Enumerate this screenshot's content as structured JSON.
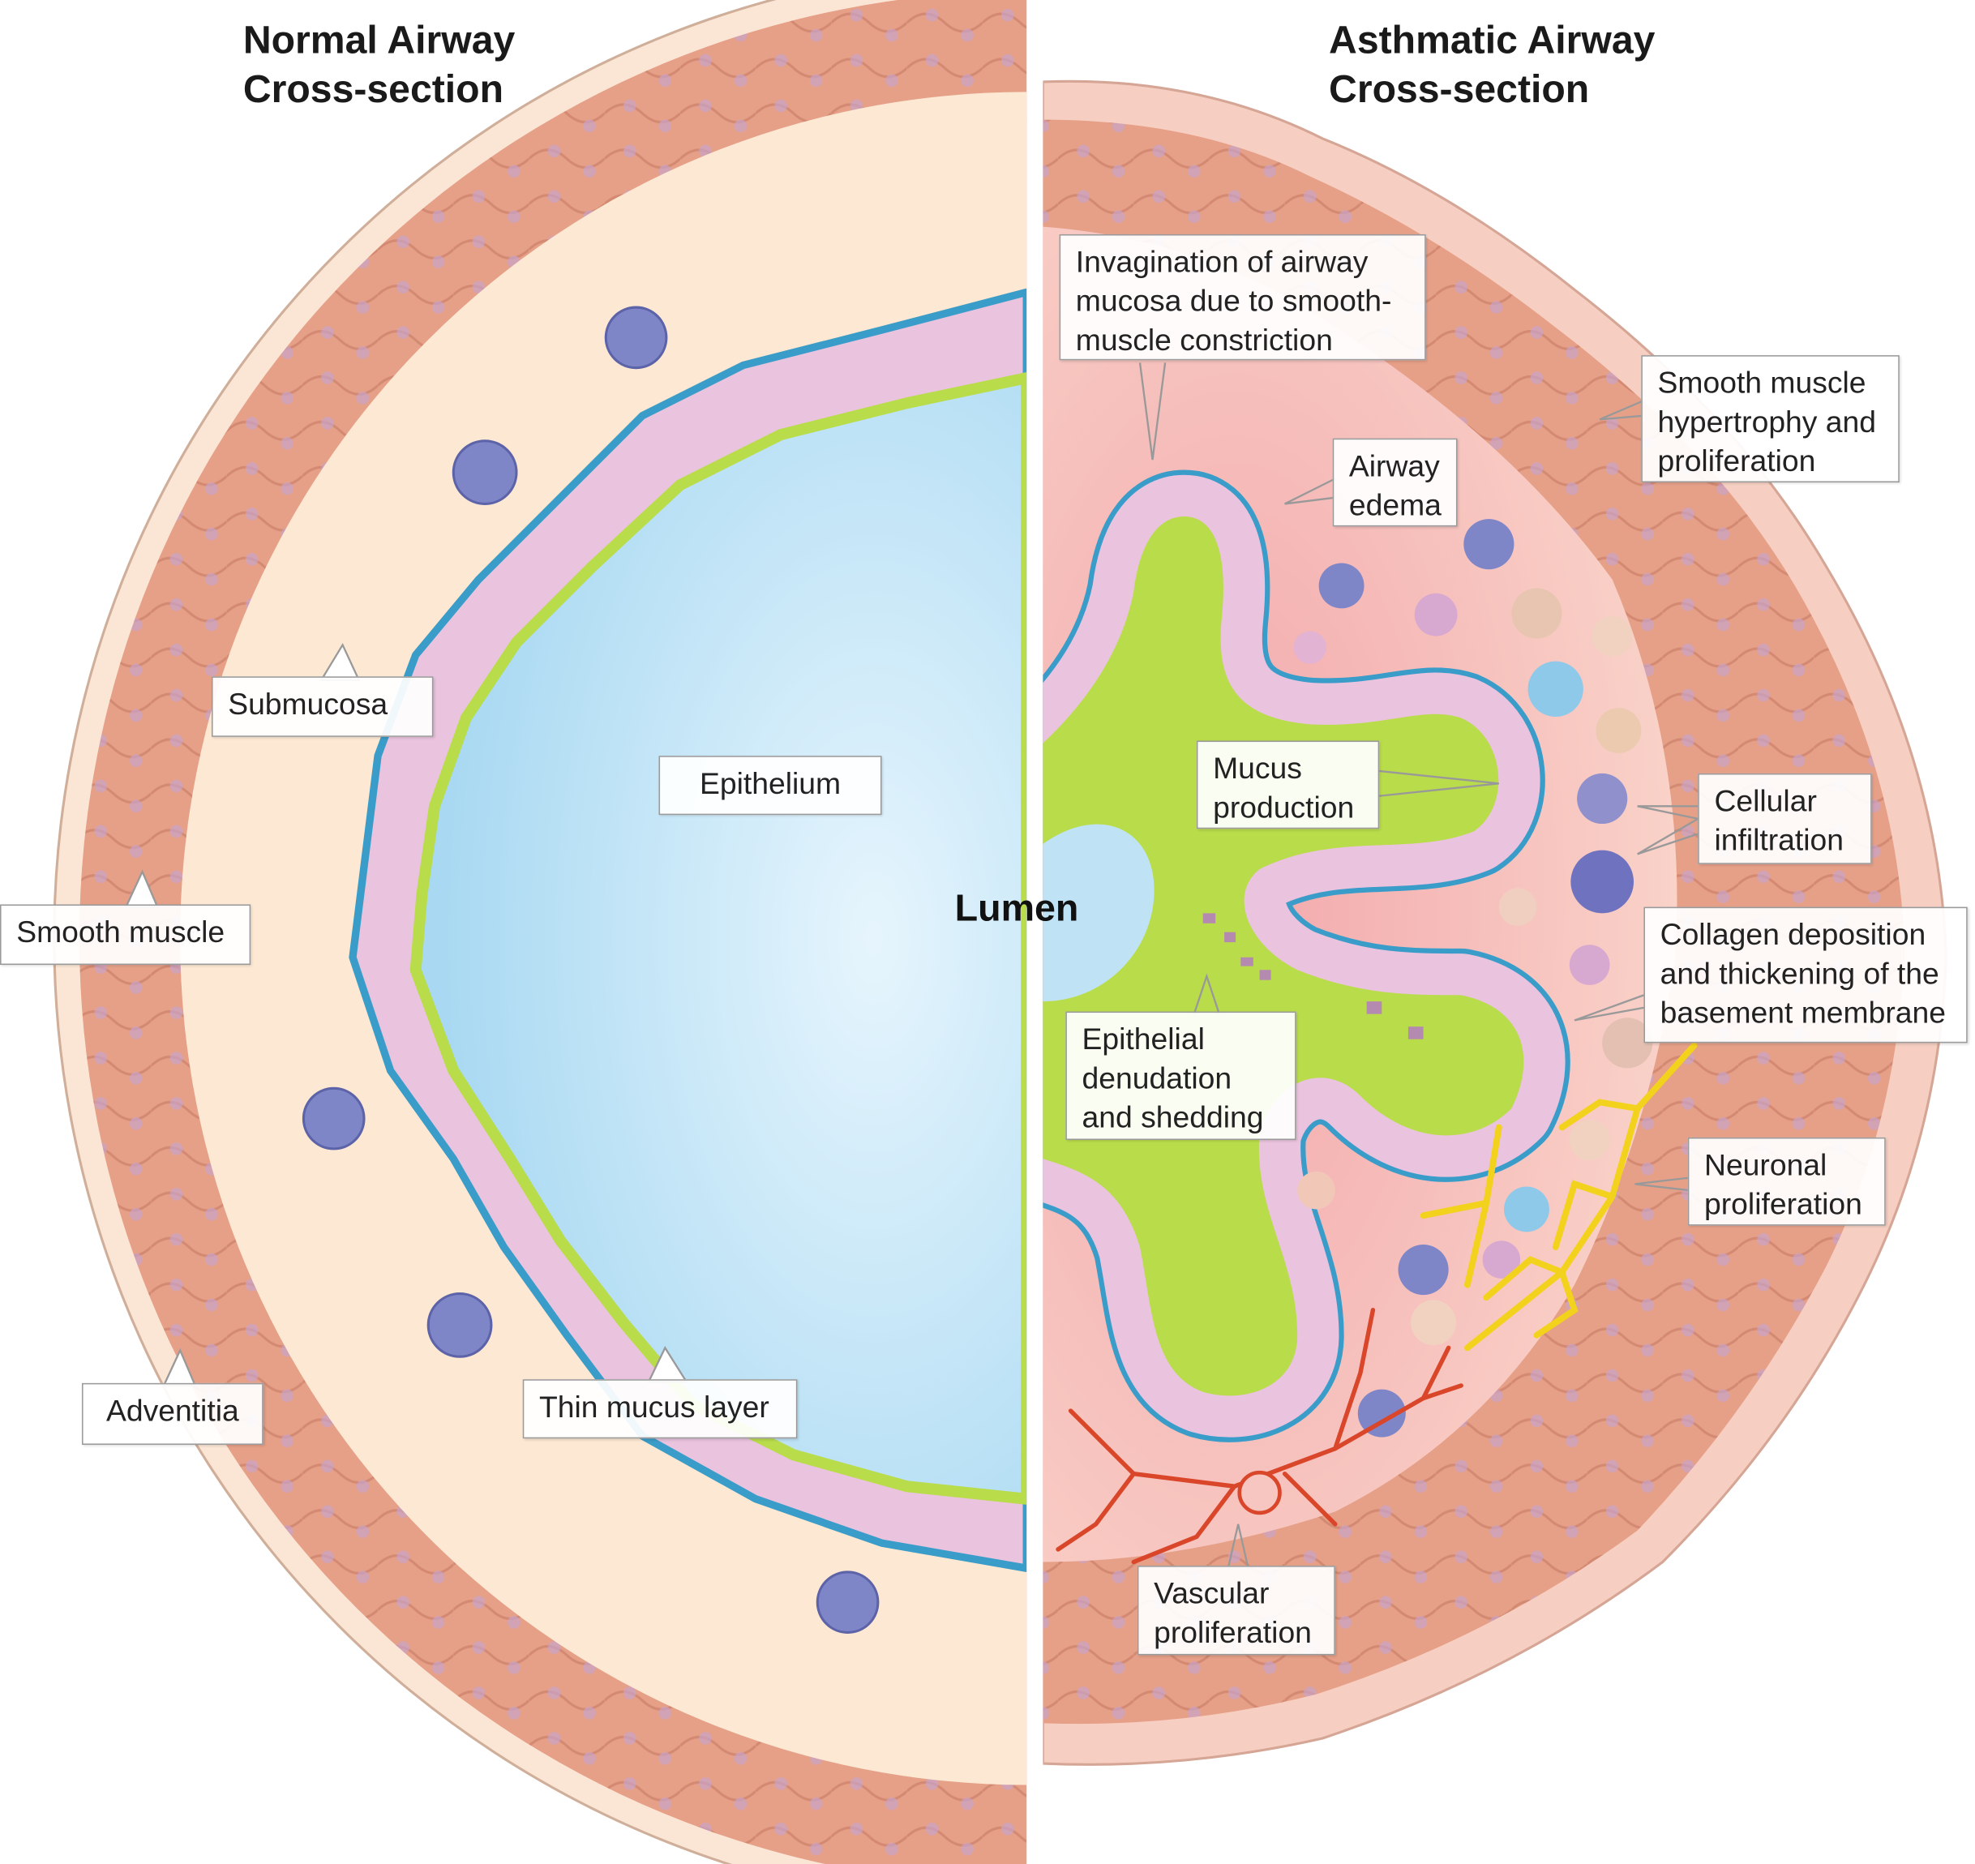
{
  "titles": {
    "normal": "Normal Airway\nCross-section",
    "asthmatic": "Asthmatic Airway\nCross-section"
  },
  "lumen": "Lumen",
  "labels": {
    "submucosa": "Submucosa",
    "epithelium": "Epithelium",
    "smooth_muscle": "Smooth muscle",
    "adventitia": "Adventitia",
    "thin_mucus": "Thin mucus layer",
    "invagination": "Invagination of airway\nmucosa due to smooth-\nmuscle constriction",
    "edema": "Airway\nedema",
    "hypertrophy": "Smooth muscle\nhypertrophy and\nproliferation",
    "mucus_production": "Mucus\nproduction",
    "cellular_infiltration": "Cellular\ninfiltration",
    "collagen": "Collagen deposition\nand thickening of the\nbasement membrane",
    "denudation": "Epithelial\ndenudation\nand shedding",
    "neuronal": "Neuronal\nproliferation",
    "vascular": "Vascular\nproliferation"
  },
  "colors": {
    "muscle": "#e6a088",
    "submucosa": "#fde9d3",
    "lumen": "#cfeaf8",
    "epithelium": "#eac3de",
    "basement": "#3a9cc8",
    "mucus": "#b9dc4a",
    "cells": "#7f86c8",
    "nerve": "#f2d21c",
    "vessel": "#d9462a"
  }
}
